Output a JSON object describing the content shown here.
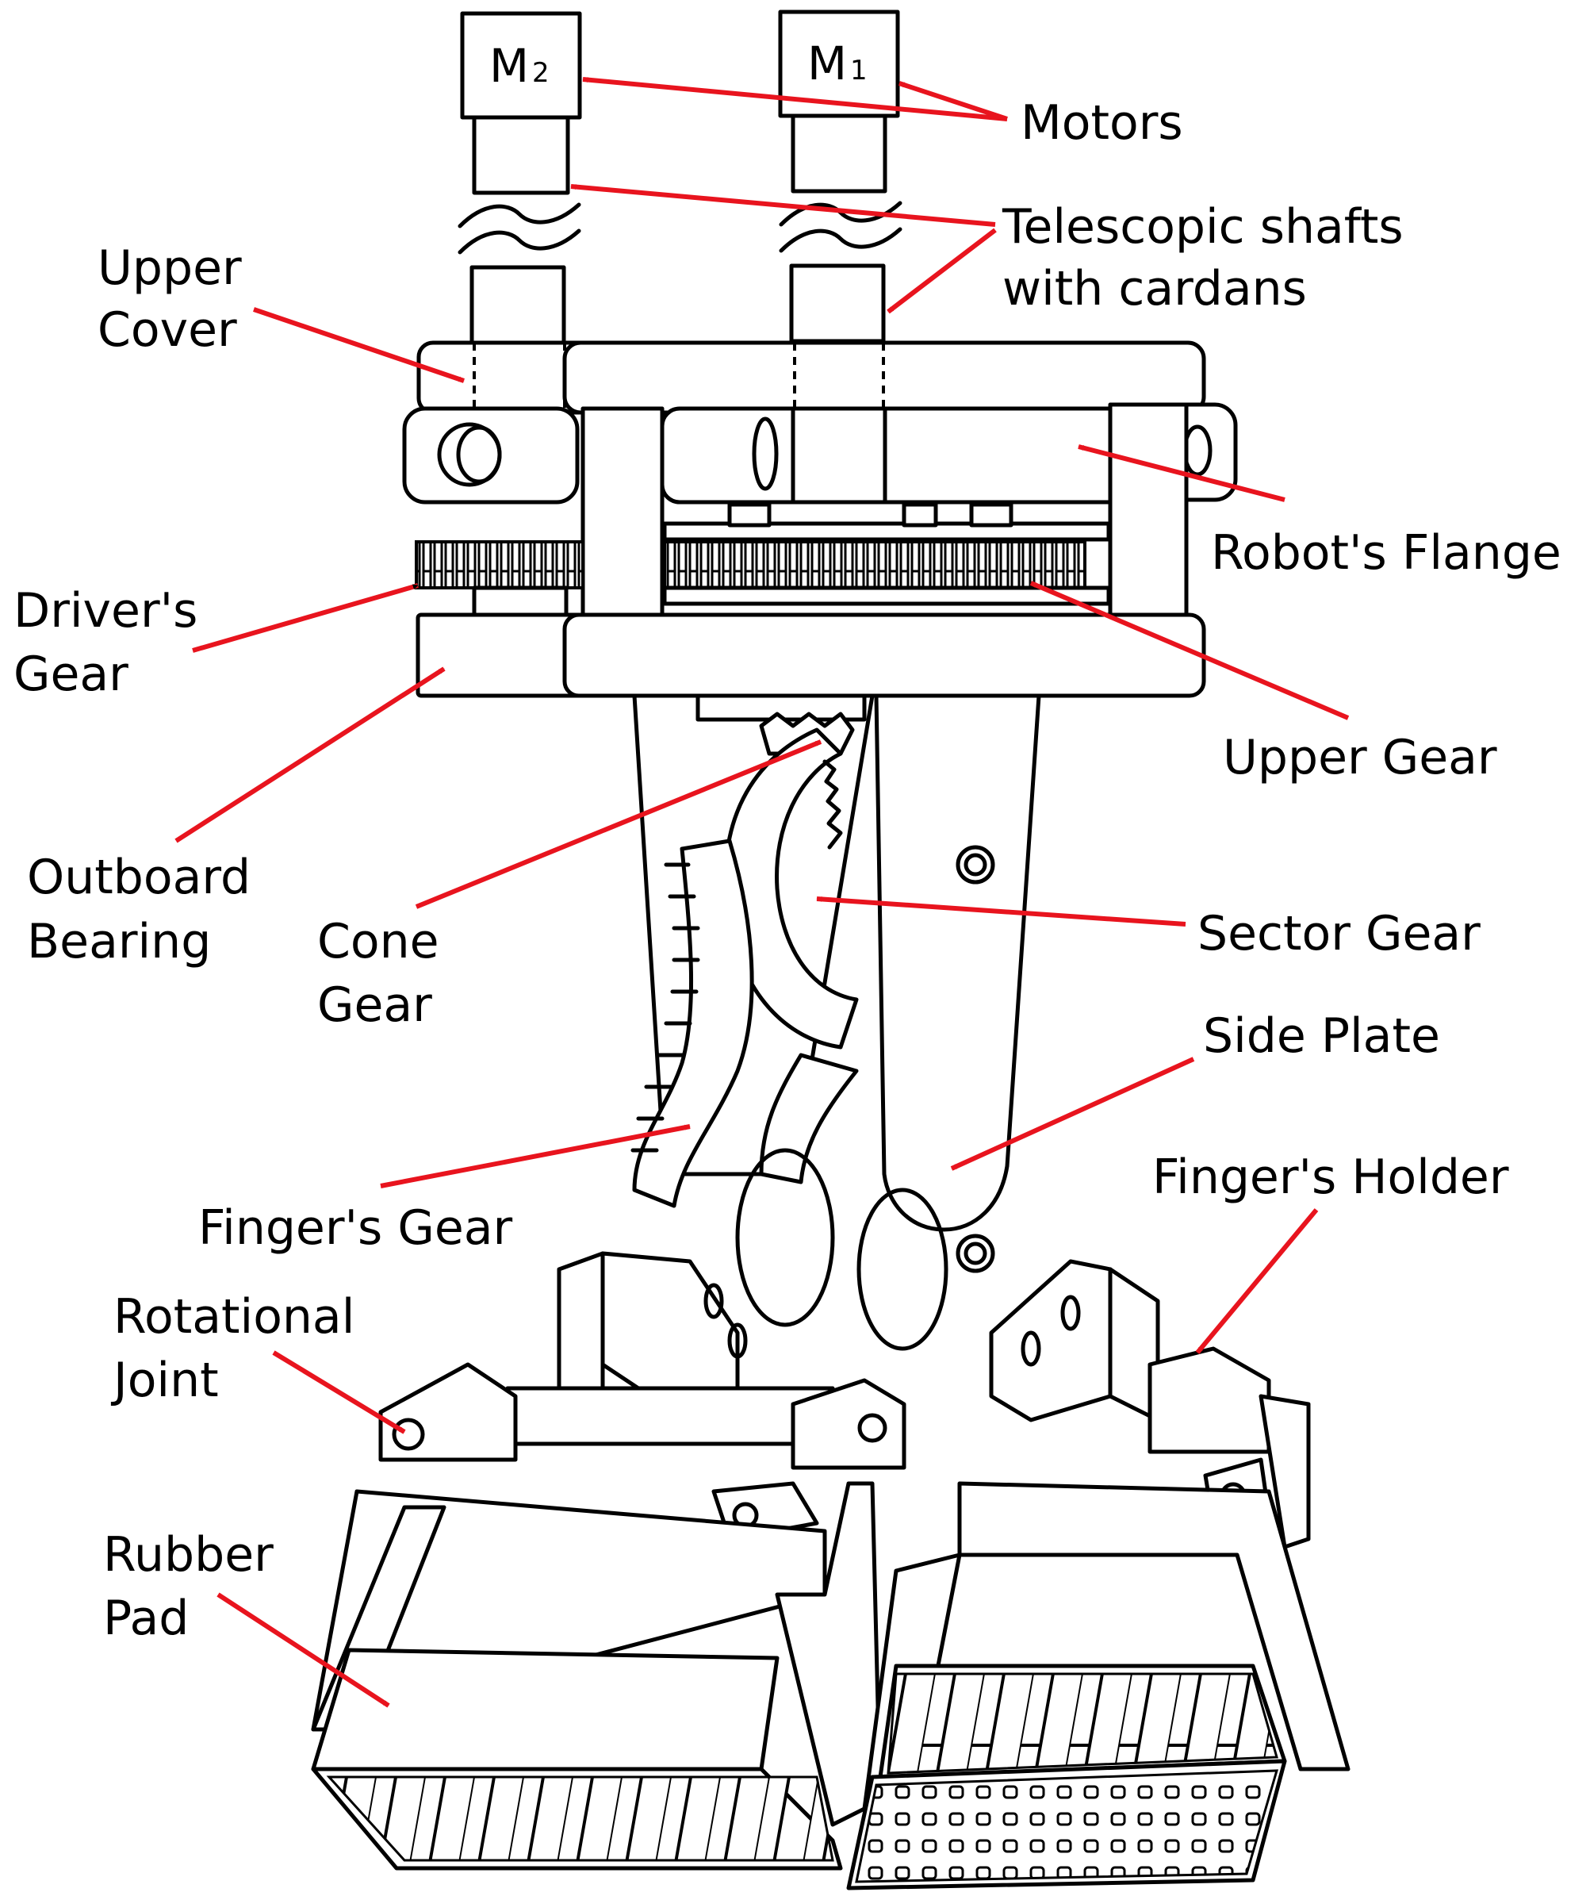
{
  "motors": {
    "m2": {
      "letter": "M",
      "sub": "2"
    },
    "m1": {
      "letter": "M",
      "sub": "1"
    }
  },
  "labels": {
    "motors": "Motors",
    "telescopic_1": "Telescopic shafts",
    "telescopic_2": "with cardans",
    "upper_cover_1": "Upper",
    "upper_cover_2": "Cover",
    "robots_flange": "Robot's Flange",
    "drivers_gear_1": "Driver's",
    "drivers_gear_2": "Gear",
    "upper_gear": "Upper Gear",
    "outboard_1": "Outboard",
    "outboard_2": "Bearing",
    "cone_1": "Cone",
    "cone_2": "Gear",
    "sector_gear": "Sector Gear",
    "side_plate": "Side Plate",
    "fingers_holder": "Finger's Holder",
    "fingers_gear": "Finger's Gear",
    "rotational_1": "Rotational",
    "rotational_2": "Joint",
    "rubber_1": "Rubber",
    "rubber_2": "Pad"
  },
  "colors": {
    "arrow": "#e8141e",
    "line": "#000000",
    "background": "#ffffff"
  }
}
